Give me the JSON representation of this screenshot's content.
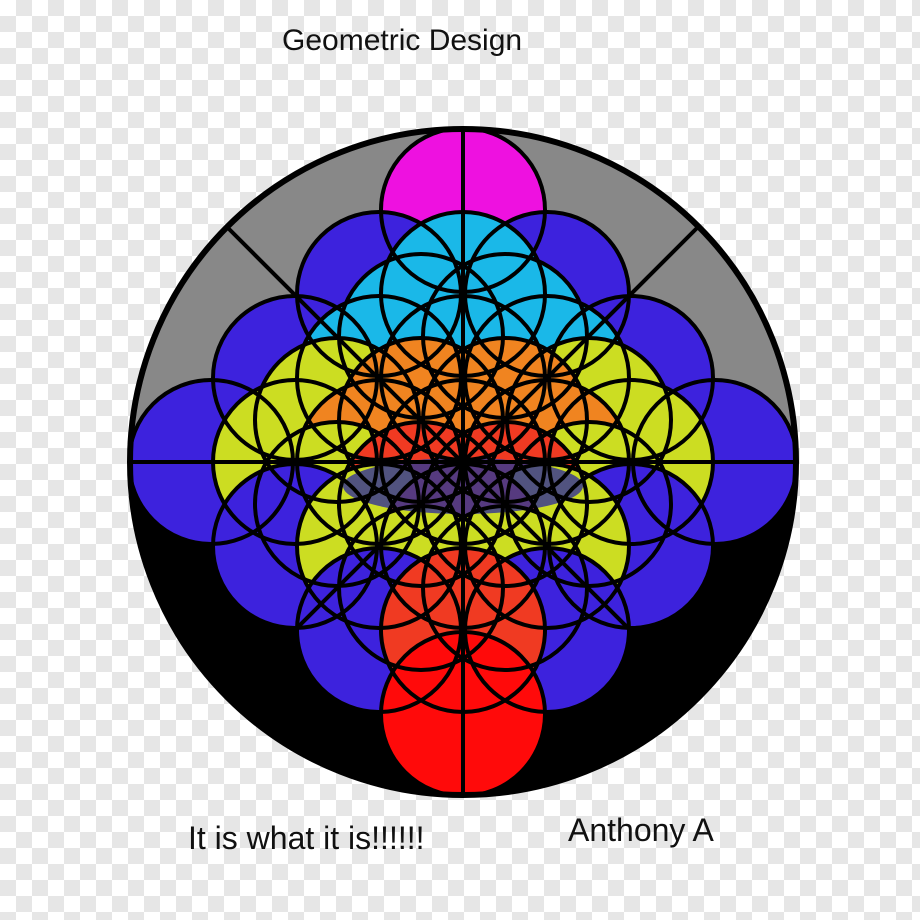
{
  "title": "Geometric Design",
  "caption": "It is what it is!!!!!!",
  "author": "Anthony A",
  "artwork": {
    "outer_ring": [
      "#888888",
      "#000000"
    ],
    "line_color": "#000000",
    "flower_colors": [
      "#ee11e0",
      "#1ab8e8",
      "#3d22dd",
      "#f08420",
      "#ccdd22",
      "#f03a22",
      "#ff0a0a",
      "#3b3b8f"
    ]
  }
}
